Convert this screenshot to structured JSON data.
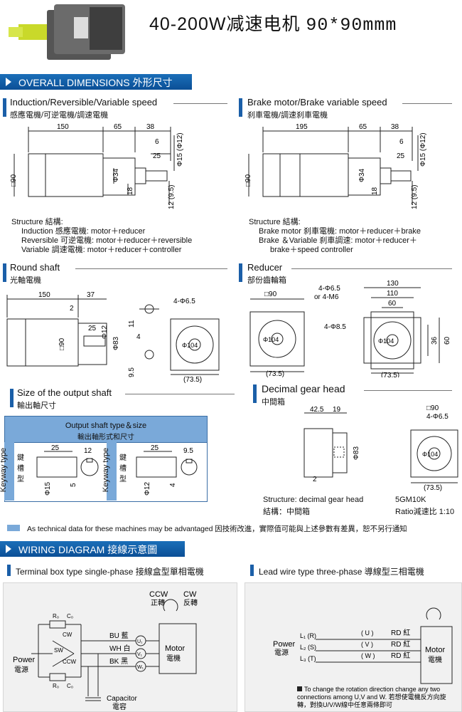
{
  "header": {
    "title_prefix": "40-200W减速电机",
    "title_suffix": "90*90mmm"
  },
  "sections": {
    "overall": "OVERALL DIMENSIONS 外形尺寸",
    "wiring": "WIRING DIAGRAM 接線示意圖"
  },
  "induction": {
    "title": "Induction/Reversible/Variable speed",
    "subtitle": "感應電機/可逆電機/調速電機",
    "dims": {
      "body": "150",
      "gear": "65",
      "shaft": "38",
      "key": "6",
      "keylen": "25",
      "shaft_d": "Φ15 (Φ12)",
      "pilot": "Φ34",
      "frame": "□90",
      "offset": "18",
      "h": "12 (9.5)"
    }
  },
  "brake": {
    "title": "Brake motor/Brake variable speed",
    "subtitle": "刹車電機/調速刹車電機",
    "dims": {
      "body": "195",
      "gear": "65",
      "shaft": "38",
      "key": "6",
      "keylen": "25",
      "shaft_d": "Φ15 (Φ12)",
      "pilot": "Φ34",
      "frame": "□90",
      "offset": "18",
      "h": "12 (9.5)"
    }
  },
  "structure_left": {
    "head": "Structure 結構:",
    "l1": "Induction 感應電機: motor＋reducer",
    "l2": "Reversible 可逆電機: motor＋reducer＋reversible",
    "l3": "Variable 調速電機: motor＋reducer＋controller"
  },
  "structure_right": {
    "head": "Structure 結構:",
    "l1": "Brake motor 刹車電機: motor＋reducer＋brake",
    "l2": "Brake ＆Variable 刹車調速: motor＋reducer＋",
    "l3": "brake＋speed controller"
  },
  "round_shaft": {
    "title": "Round shaft",
    "subtitle": "光軸電機",
    "dims": {
      "body": "150",
      "shaft": "37",
      "step": "2",
      "keylen": "25",
      "d12": "Φ12",
      "d83": "Φ83",
      "frame": "□90",
      "h11": "11",
      "h4": "4",
      "h95": "9.5",
      "holes": "4-Φ6.5",
      "pcd": "Φ104",
      "sq": "(73.5)"
    }
  },
  "reducer": {
    "title": "Reducer",
    "subtitle": "部份齒輪箱",
    "dims": {
      "frame": "□90",
      "holes": "4-Φ6.5",
      "alt": "or 4-M6",
      "holes2": "4-Φ8.5",
      "pcd": "Φ104",
      "sq": "(73.5)",
      "w130": "130",
      "w110": "110",
      "w60": "60",
      "h36": "36",
      "h60": "60",
      "sq2": "(73.5)",
      "pcd2": "Φ104"
    }
  },
  "output_shaft": {
    "title": "Size of the output shaft",
    "subtitle": "輸出軸尺寸",
    "table_title": "Output shaft type＆size",
    "table_sub": "輸出軸形式和尺寸",
    "side_label": "Keyway type",
    "side_cn": "鍵槽型",
    "a": {
      "len": "25",
      "w": "12",
      "d": "Φ15",
      "k": "5"
    },
    "b": {
      "len": "25",
      "w": "9.5",
      "d": "Φ12",
      "k": "4"
    }
  },
  "decimal": {
    "title": "Decimal gear head",
    "subtitle": "中間箱",
    "dims": {
      "a": "42.5",
      "b": "19",
      "d83": "Φ83",
      "step": "2",
      "frame": "□90",
      "holes": "4-Φ6.5",
      "pcd": "Φ104",
      "sq": "(73.5)"
    },
    "structure": "Structure: decimal gear head",
    "structure_cn": "結構：中間箱",
    "model": "5GM10K",
    "ratio": "Ratio減速比 1:10"
  },
  "notice": "As technical data for these machines may be advantaged 因技術改進，實際值可能與上述參數有差異，恕不另行通知",
  "wiring_left": {
    "title": "Terminal box type single-phase 接線盒型單相電機",
    "ccw": "CCW",
    "ccw_cn": "正轉",
    "cw": "CW",
    "cw_cn": "反轉",
    "bu": "BU 藍",
    "wh": "WH 白",
    "bk": "BK 黑",
    "u": "U₁",
    "v": "V₁",
    "w": "W₁",
    "motor": "Motor",
    "motor_cn": "電機",
    "power": "Power",
    "power_cn": "電源",
    "r0": "R₀",
    "c0": "C₀",
    "sw_cw": "CW",
    "sw": "SW",
    "sw_ccw": "CCW",
    "capacitor": "Capacitor",
    "capacitor_cn": "電容"
  },
  "wiring_right": {
    "title": "Lead wire type three-phase 導線型三相電機",
    "power": "Power",
    "power_cn": "電源",
    "l1": "L₁ (R)",
    "l2": "L₂ (S)",
    "l3": "L₃ (T)",
    "u": "( U )",
    "v": "( V )",
    "w": "( W )",
    "rd1": "RD 紅",
    "rd2": "RD 紅",
    "rd3": "RD 紅",
    "motor": "Motor",
    "motor_cn": "電機",
    "note1": "To change the rotation direction change any two",
    "note2": "connections among U,V and W. 若想使電機反方向旋",
    "note3": "轉，對換U/V/W線中任意兩條即可"
  }
}
